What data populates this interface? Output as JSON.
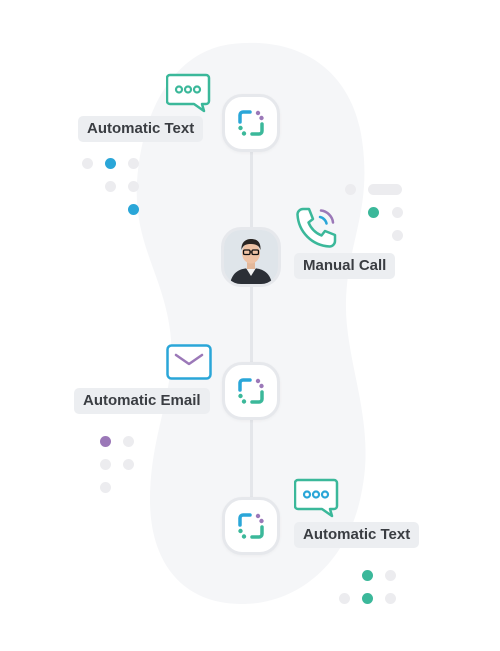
{
  "colors": {
    "teal": "#3bb89a",
    "blue": "#2aa6d8",
    "purple": "#9b78b8",
    "label_bg": "#eceef1",
    "label_text": "#3a3d42",
    "blob": "#f5f6f8",
    "dot_gray": "#ececef"
  },
  "steps": [
    {
      "label": "Automatic Text",
      "icon": "chat-bubble-icon",
      "node": "sequence-logo-icon"
    },
    {
      "label": "Manual Call",
      "icon": "phone-icon",
      "node": "avatar"
    },
    {
      "label": "Automatic Email",
      "icon": "envelope-icon",
      "node": "sequence-logo-icon"
    },
    {
      "label": "Automatic Text",
      "icon": "chat-bubble-icon",
      "node": "sequence-logo-icon"
    }
  ]
}
